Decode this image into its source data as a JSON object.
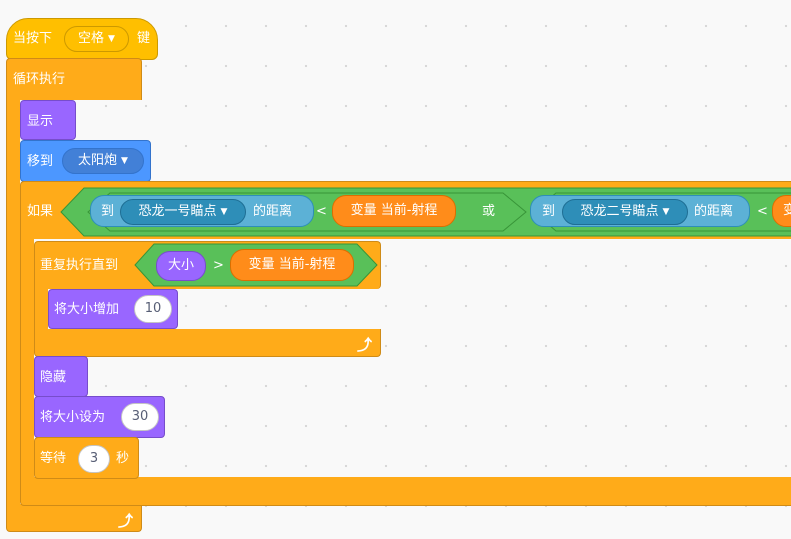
{
  "hat": {
    "prefix": "当按下",
    "key": "空格",
    "suffix": "键"
  },
  "forever": {
    "label": "循环执行"
  },
  "show": {
    "label": "显示"
  },
  "goto": {
    "label": "移到",
    "target": "太阳炮"
  },
  "if_block": {
    "label": "如果",
    "or": "或",
    "cond1": {
      "to": "到",
      "target": "恐龙一号瞄点",
      "distance": "的距离",
      "op": "<",
      "var_prefix": "变量",
      "var_name": "当前-射程"
    },
    "cond2": {
      "to": "到",
      "target": "恐龙二号瞄点",
      "distance": "的距离",
      "op": "<",
      "var_prefix": "变"
    }
  },
  "repeat_until": {
    "label": "重复执行直到",
    "size": "大小",
    "op": ">",
    "var_prefix": "变量",
    "var_name": "当前-射程"
  },
  "change_size": {
    "label": "将大小增加",
    "value": "10"
  },
  "hide": {
    "label": "隐藏"
  },
  "set_size": {
    "label": "将大小设为",
    "value": "30"
  },
  "wait": {
    "label": "等待",
    "value": "3",
    "unit": "秒"
  },
  "loop_arrow": "⤴"
}
